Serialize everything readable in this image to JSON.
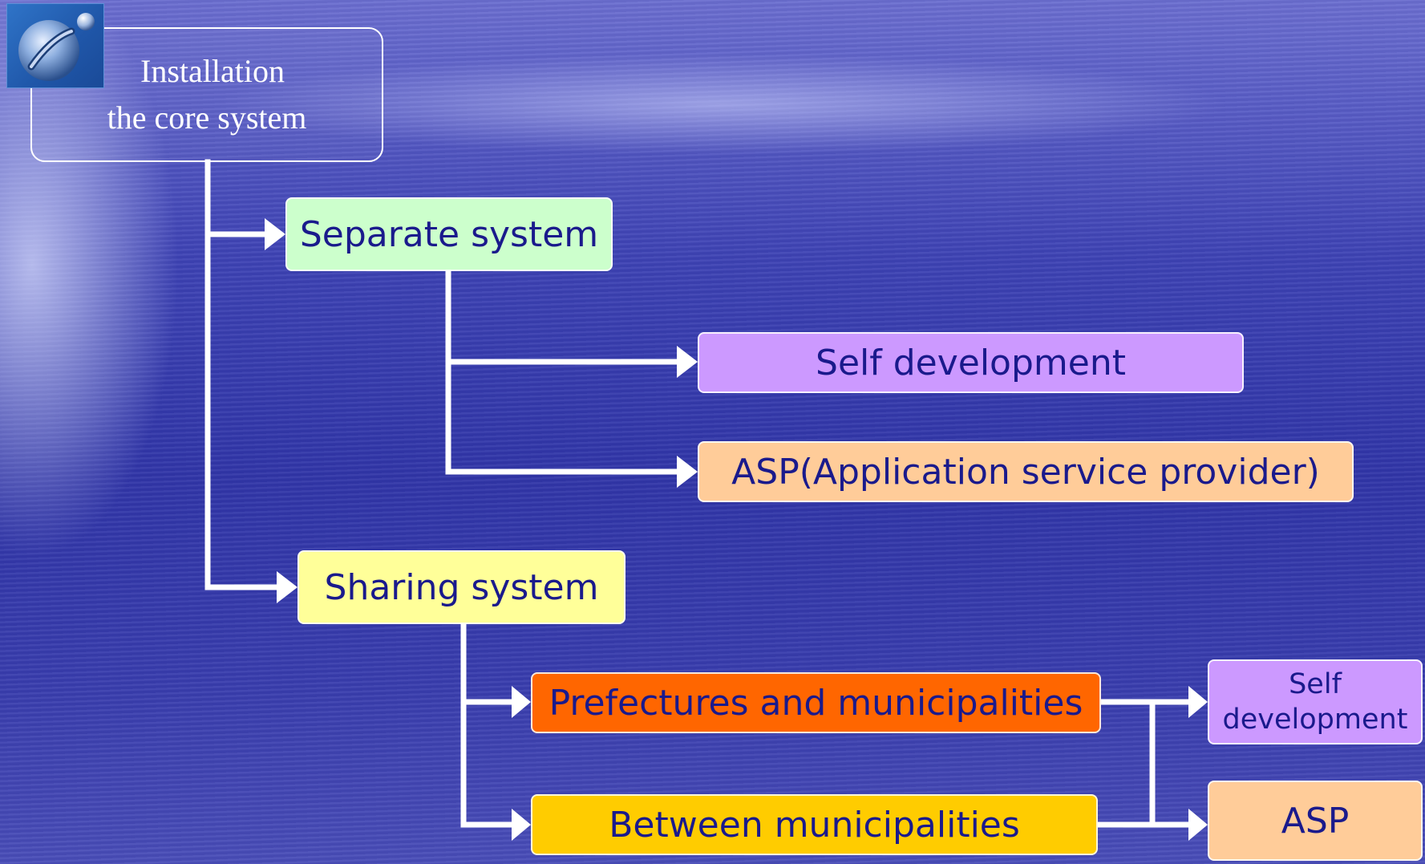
{
  "root": {
    "line1": "Installation",
    "line2": "the core system"
  },
  "logo_icon": "stylized-bubble-logo",
  "separate": {
    "label": "Separate system",
    "options": {
      "self_development": "Self development",
      "asp": "ASP(Application service provider)"
    }
  },
  "sharing": {
    "label": "Sharing system",
    "prefectures": "Prefectures and municipalities",
    "between": "Between municipalities",
    "options": {
      "self_line1": "Self",
      "self_line2": "development",
      "asp": "ASP"
    }
  },
  "colors": {
    "background": "#3a3eae",
    "text": "#1a1a8c",
    "separate": "#ccffcc",
    "self_development": "#cc99ff",
    "asp": "#ffcc99",
    "sharing": "#ffff99",
    "prefectures": "#ff6600",
    "between": "#ffcc00",
    "connector": "#ffffff"
  }
}
